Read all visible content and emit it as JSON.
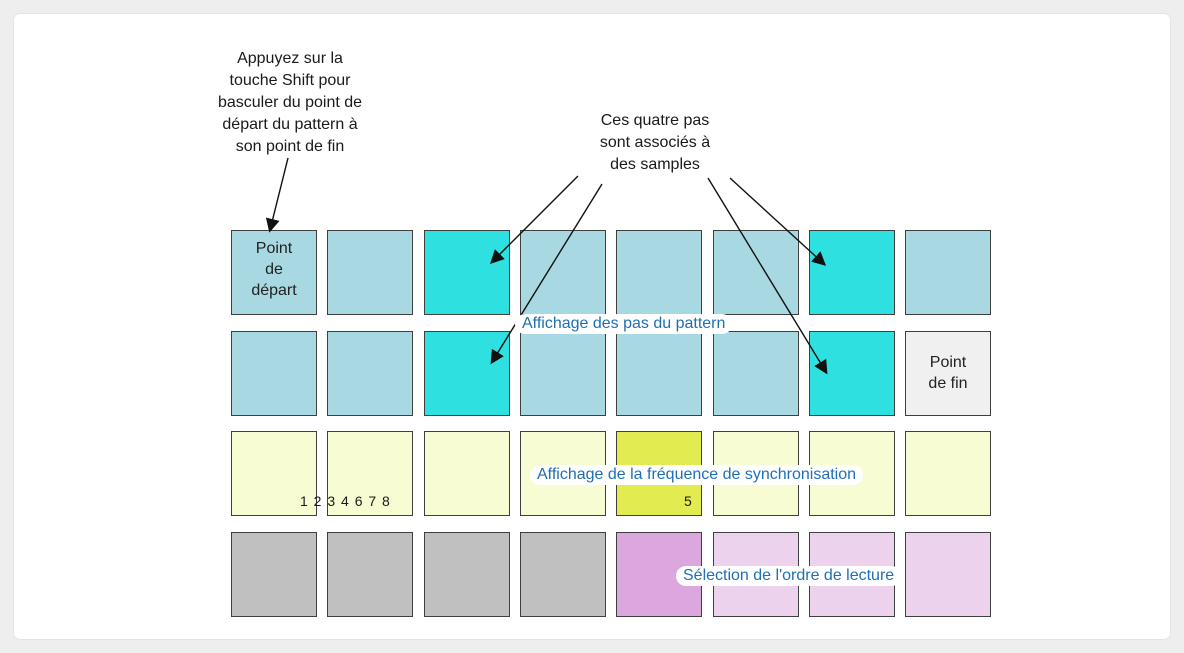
{
  "annotations": {
    "shift_note": "Appuyez sur la\ntouche Shift pour\nbasculer du point de\ndépart du pattern à\nson point de fin",
    "samples_note": "Ces quatre pas\nsont associés à\ndes samples"
  },
  "pad_labels": {
    "start": "Point\nde\ndépart",
    "end": "Point\nde fin",
    "sync_rate_value": "5",
    "sync_numbers": "1 2 3 4 6 7 8"
  },
  "section_labels": {
    "pattern_steps": "Affichage des pas du pattern",
    "sync_rate": "Affichage de la fréquence de synchronisation",
    "playback_order": "Sélection de l'ordre de lecture"
  },
  "colors": {
    "step": "#a8d8e2",
    "sample_step": "#2ee0e0",
    "end_point": "#f0f0f0",
    "sync_pad": "#f8fcd2",
    "sync_selected": "#e2ec50",
    "order_grey": "#c0c0c0",
    "order_selected": "#dca6de",
    "order_other": "#ecd2ec"
  },
  "grid": {
    "rows": [
      [
        "step",
        "step",
        "sample_step",
        "step",
        "step",
        "step",
        "sample_step",
        "step"
      ],
      [
        "step",
        "step",
        "sample_step",
        "step",
        "step",
        "step",
        "sample_step",
        "end_point"
      ],
      [
        "sync_pad",
        "sync_pad",
        "sync_pad",
        "sync_pad",
        "sync_selected",
        "sync_pad",
        "sync_pad",
        "sync_pad"
      ],
      [
        "order_grey",
        "order_grey",
        "order_grey",
        "order_grey",
        "order_selected",
        "order_other",
        "order_other",
        "order_other"
      ]
    ]
  }
}
